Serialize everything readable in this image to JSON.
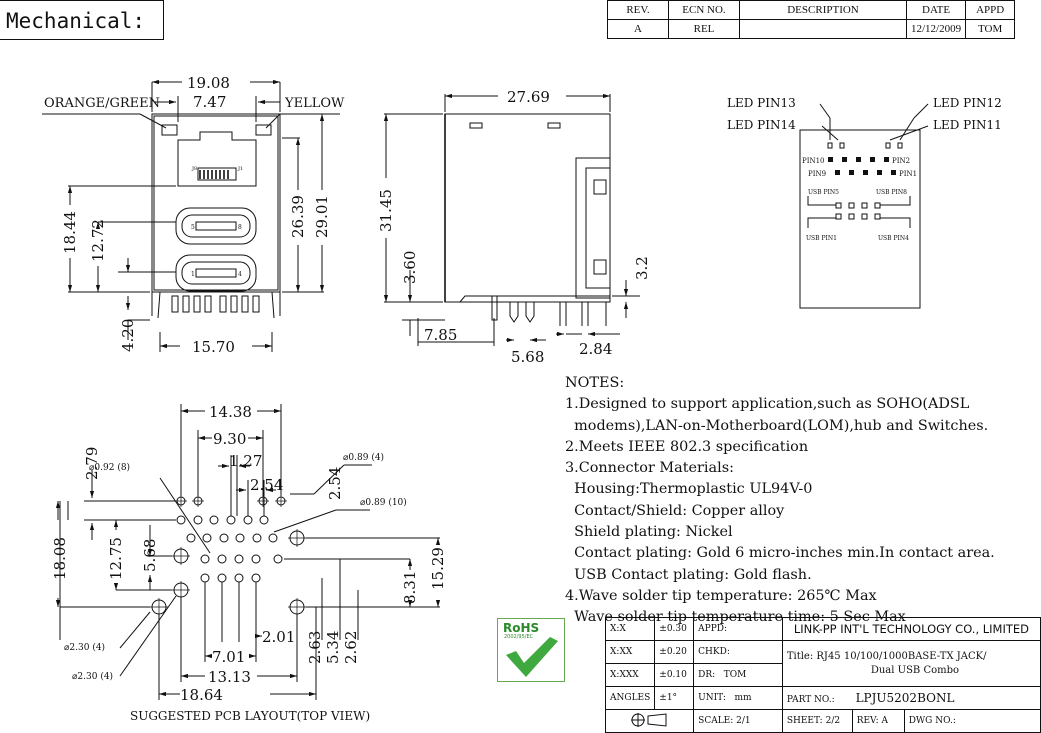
{
  "header": {
    "title": "Mechanical:",
    "revision_table": {
      "columns": [
        "REV.",
        "ECN NO.",
        "DESCRIPTION",
        "DATE",
        "APPD"
      ],
      "rows": [
        [
          "A",
          "REL",
          "",
          "12/12/2009",
          "TOM"
        ]
      ]
    }
  },
  "front_view": {
    "labels": {
      "left_led": "ORANGE/GREEN",
      "right_led": "YELLOW",
      "pin_j8": "J8",
      "pin_j1": "J1",
      "usb_top_left": "5",
      "usb_top_right": "8",
      "usb_bot_left": "1",
      "usb_bot_right": "4"
    },
    "dims": {
      "width": "19.08",
      "led_spacing": "7.47",
      "h_2639": "26.39",
      "h_2901": "29.01",
      "h_1844": "18.44",
      "h_1272": "12.72",
      "h_420": "4.20",
      "w_1570": "15.70"
    }
  },
  "side_view": {
    "dims": {
      "depth": "27.69",
      "height": "31.45",
      "h_360": "3.60",
      "h_32": "3.2",
      "w_785": "7.85",
      "w_568": "5.68",
      "w_284": "2.84"
    }
  },
  "pin_view": {
    "labels": {
      "led13": "LED PIN13",
      "led14": "LED PIN14",
      "led12": "LED PIN12",
      "led11": "LED PIN11",
      "pin10": "PIN10",
      "pin9": "PIN9",
      "pin2": "PIN2",
      "pin1": "PIN1",
      "usb5": "USB PIN5",
      "usb8": "USB PIN8",
      "usb1": "USB PIN1",
      "usb4": "USB PIN4"
    }
  },
  "pcb_layout": {
    "title": "SUGGESTED PCB LAYOUT(TOP VIEW)",
    "dims": {
      "w_1438": "14.38",
      "w_930": "9.30",
      "w_127": "1.27",
      "w_254": "2.54",
      "h_279": "2.79",
      "h_254": "2.54",
      "h_1808": "18.08",
      "h_1275": "12.75",
      "h_568": "5.68",
      "h_1529": "15.29",
      "h_831": "8.31",
      "w_201": "2.01",
      "w_701": "7.01",
      "w_1313": "13.13",
      "w_1864": "18.64",
      "h_263": "2.63",
      "h_534": "5.34",
      "h_262": "2.62"
    },
    "holes": {
      "d089_4": "⌀0.89 (4)",
      "d092_8": "⌀0.92 (8)",
      "d089_10": "⌀0.89 (10)",
      "d230_4a": "⌀2.30 (4)",
      "d230_4b": "⌀2.30 (4)"
    }
  },
  "notes": {
    "heading": "NOTES:",
    "lines": [
      "1.Designed to support application,such as SOHO(ADSL",
      "  modems),LAN-on-Motherboard(LOM),hub and Switches.",
      "2.Meets IEEE 802.3 specification",
      "3.Connector Materials:",
      "  Housing:Thermoplastic UL94V-0",
      "  Contact/Shield: Copper alloy",
      "  Shield plating: Nickel",
      "  Contact plating: Gold 6 micro-inches min.In contact area.",
      "  USB Contact plating: Gold flash.",
      "4.Wave solder tip temperature: 265℃ Max",
      "  Wave solder tip temperature time: 5 Sec Max"
    ]
  },
  "rohs": {
    "label": "RoHS",
    "sub": "2002/95/EC"
  },
  "title_block": {
    "tol_x": "X:X",
    "tol_x_v": "±0.30",
    "tol_xx": "X:XX",
    "tol_xx_v": "±0.20",
    "tol_xxx": "X:XXX",
    "tol_xxx_v": "±0.10",
    "angles": "ANGLES",
    "angles_v": "±1°",
    "appd": "APPD:",
    "chkd": "CHKD:",
    "dr": "DR:",
    "dr_v": "TOM",
    "unit": "UNIT:",
    "unit_v": "mm",
    "company": "LINK-PP INT'L TECHNOLOGY CO., LIMITED",
    "title_label": "Title:",
    "title_v": "RJ45 10/100/1000BASE-TX JACK/",
    "title_v2": "Dual USB Combo",
    "part_label": "PART NO.:",
    "part_v": "LPJU5202BONL",
    "scale": "SCALE:",
    "scale_v": "2/1",
    "sheet": "SHEET:",
    "sheet_v": "2/2",
    "rev": "REV:",
    "rev_v": "A",
    "dwg": "DWG NO.:"
  }
}
